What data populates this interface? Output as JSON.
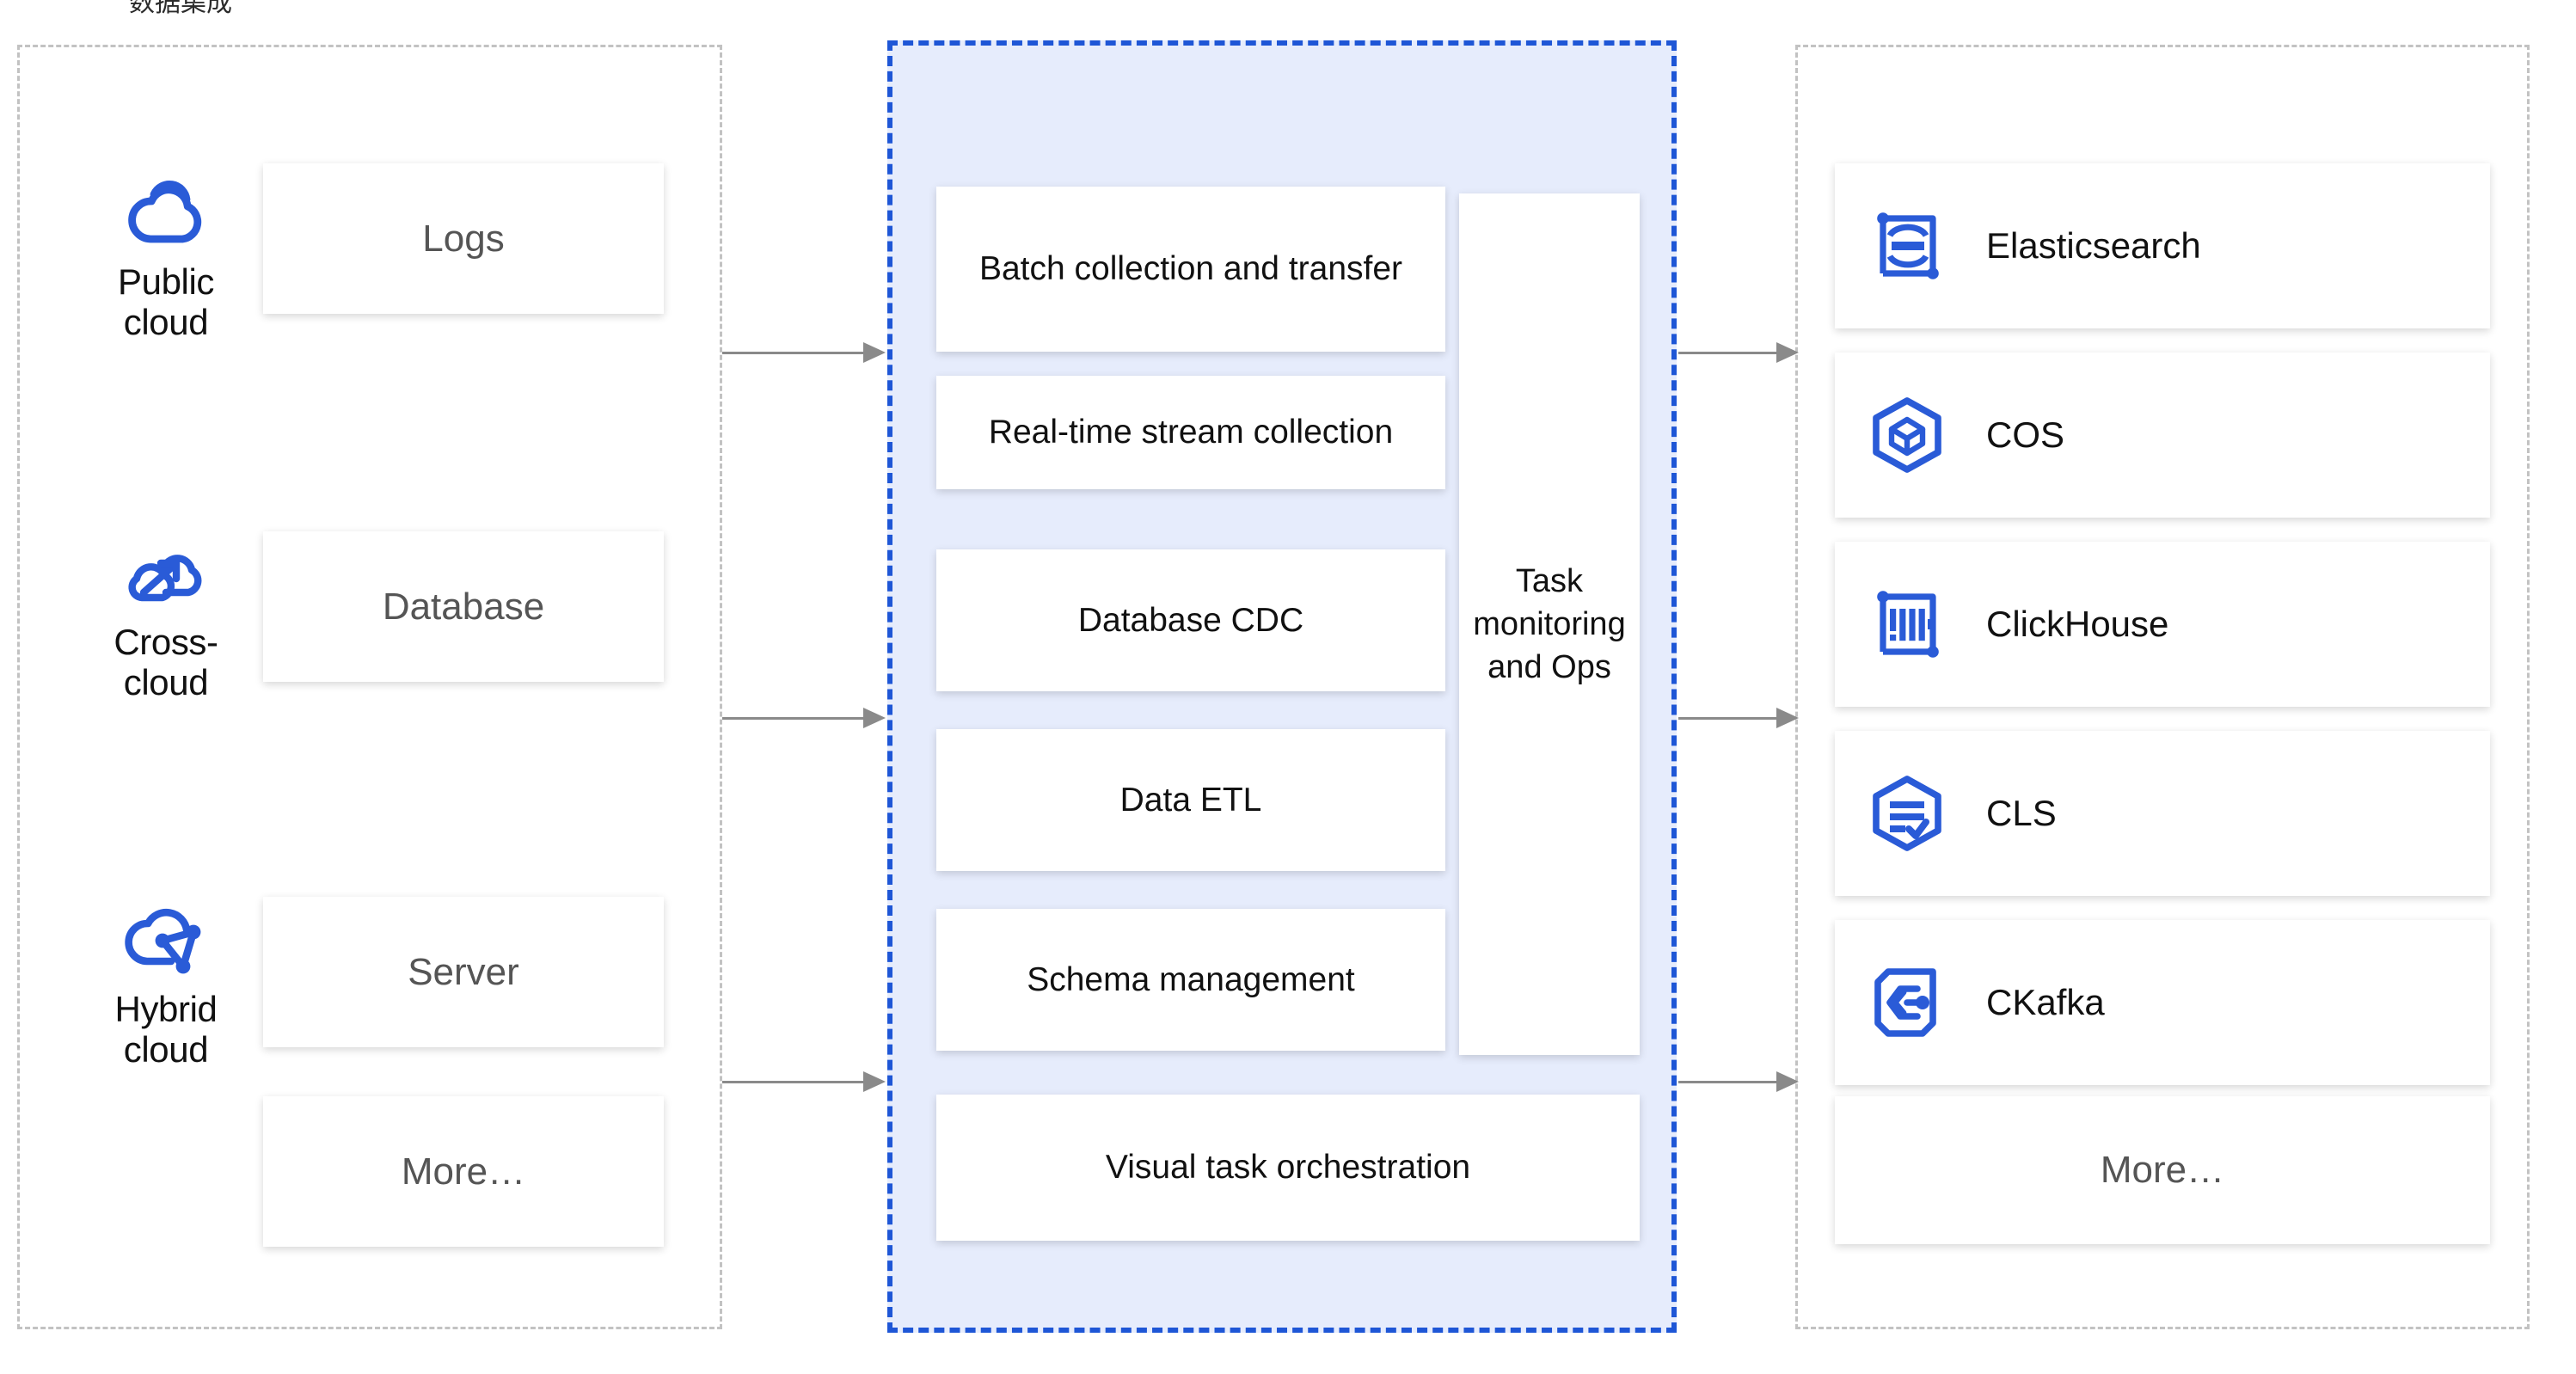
{
  "diagram": {
    "top_caption": "数据集成",
    "colors": {
      "icon_blue": "#2a5bd7",
      "pipeline_fill": "#e6ecfc",
      "pipeline_border": "#1e56d6",
      "panel_border_gray": "#c2c2c2",
      "arrow_gray": "#8a8a8a",
      "card_text_dark": "#111111",
      "card_text_muted": "#555555"
    },
    "sources": {
      "groups": [
        {
          "label": "Public cloud",
          "icon": "cloud-icon"
        },
        {
          "label": "Cross-cloud",
          "icon": "cross-cloud-icon"
        },
        {
          "label": "Hybrid cloud",
          "icon": "hybrid-cloud-icon"
        }
      ],
      "cards": [
        {
          "label": "Logs"
        },
        {
          "label": "Database"
        },
        {
          "label": "Server"
        },
        {
          "label": "More…"
        }
      ]
    },
    "pipeline": {
      "cards": [
        {
          "label": "Batch collection and transfer"
        },
        {
          "label": "Real-time stream collection"
        },
        {
          "label": "Database CDC"
        },
        {
          "label": "Data ETL"
        },
        {
          "label": "Schema management"
        }
      ],
      "ops_card": {
        "label": "Task monitoring and Ops"
      },
      "full_width_card": {
        "label": "Visual task orchestration"
      }
    },
    "targets": {
      "cards": [
        {
          "label": "Elasticsearch",
          "icon": "elasticsearch-icon"
        },
        {
          "label": "COS",
          "icon": "cos-icon"
        },
        {
          "label": "ClickHouse",
          "icon": "clickhouse-icon"
        },
        {
          "label": "CLS",
          "icon": "cls-icon"
        },
        {
          "label": "CKafka",
          "icon": "ckafka-icon"
        },
        {
          "label": "More…",
          "icon": null
        }
      ]
    },
    "arrows": {
      "source_to_pipeline": 3,
      "pipeline_to_target": 3
    }
  }
}
